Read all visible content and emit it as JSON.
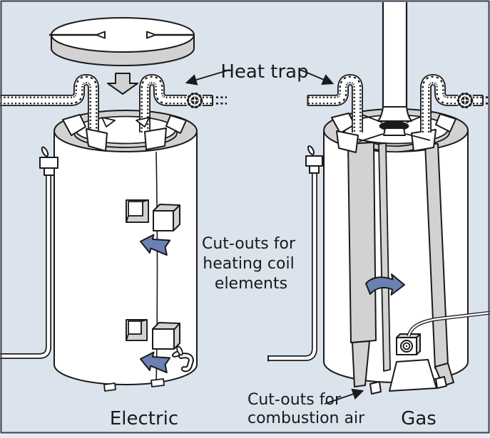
{
  "diagram": {
    "subject": "water-heater-insulation-blanket-diagram",
    "labels": {
      "heat_trap": "Heat trap",
      "cutouts_heating_1": "Cut-outs for",
      "cutouts_heating_2": "heating coil",
      "cutouts_heating_3": "elements",
      "cutouts_combustion_1": "Cut-outs for",
      "cutouts_combustion_2": "combustion air",
      "left_caption": "Electric",
      "right_caption": "Gas"
    },
    "colors": {
      "background": "#dbe3ed",
      "below_border_strip": "#e8edf4",
      "outline": "#1a1a1a",
      "fill_gray": "#d2d2d2",
      "fill_white": "#ffffff",
      "arrow_blue": "#6c80b4",
      "frame": "#3d424d"
    }
  }
}
